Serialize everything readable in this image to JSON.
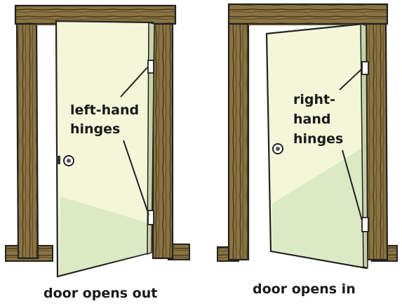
{
  "diagrams": [
    {
      "id": "left",
      "hinge_label_lines": [
        "left-hand",
        "hinges"
      ],
      "caption": "door opens out"
    },
    {
      "id": "right",
      "hinge_label_lines": [
        "right-",
        "hand",
        "hinges"
      ],
      "caption": "door opens in"
    }
  ],
  "colors": {
    "door": "#f3f6d8",
    "door_shade": "#dbe9c4",
    "wood": "#7a6438",
    "wood_dark": "#3b2e18",
    "outline": "#222222"
  }
}
